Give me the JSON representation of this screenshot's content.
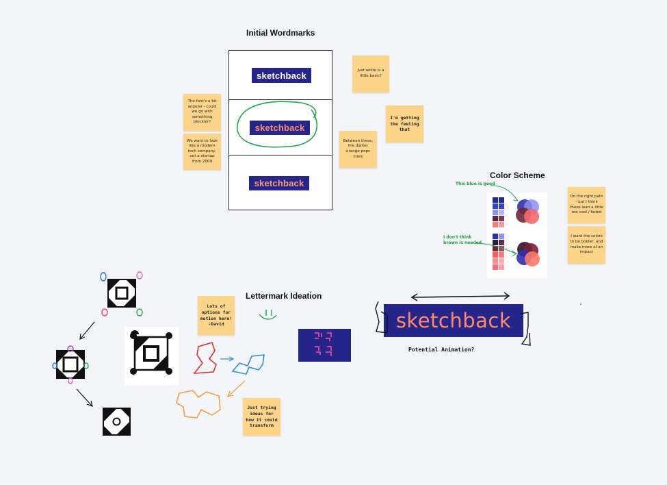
{
  "headings": {
    "initial_wordmarks": "Initial Wordmarks",
    "color_scheme": "Color Scheme",
    "lettermark_ideation": "Lettermark Ideation"
  },
  "wordmarks": [
    {
      "text": "sketchback",
      "text_color": "#ffffff"
    },
    {
      "text": "sketchback",
      "text_color": "#ff8a6a"
    },
    {
      "text": "sketchback",
      "text_color": "#ff9a7a"
    }
  ],
  "stickies": {
    "font_angular": "The font's a bit angular - could we go with something blockier?",
    "modern_tech": "We want to look like a modern tech company, not a startup from 2009",
    "just_white": "Just white is a little basic?",
    "getting_feeling": "I'm getting the feeling that",
    "darker_orange": "Between these, the darker orange pops more",
    "right_path": "On the right path - but I think these lean a little too cool / faded",
    "bolder": "I want the colors to be bolder, and make more of an impact",
    "lots_of_options": "Lots of options for motion here! -David",
    "just_trying": "Just trying ideas for how it could transform"
  },
  "color_notes": {
    "blue_good": "This blue is good",
    "brown_needed": "I don't think brown is needed"
  },
  "animation": {
    "banner_text": "sketchback",
    "caption": "Potential Animation?"
  },
  "colors": {
    "navy": "#26268a",
    "sticky": "#fdd58a",
    "orange": "#ff8a6a",
    "green_note": "#1e9a3c",
    "canvas": "#f4f5f8"
  }
}
